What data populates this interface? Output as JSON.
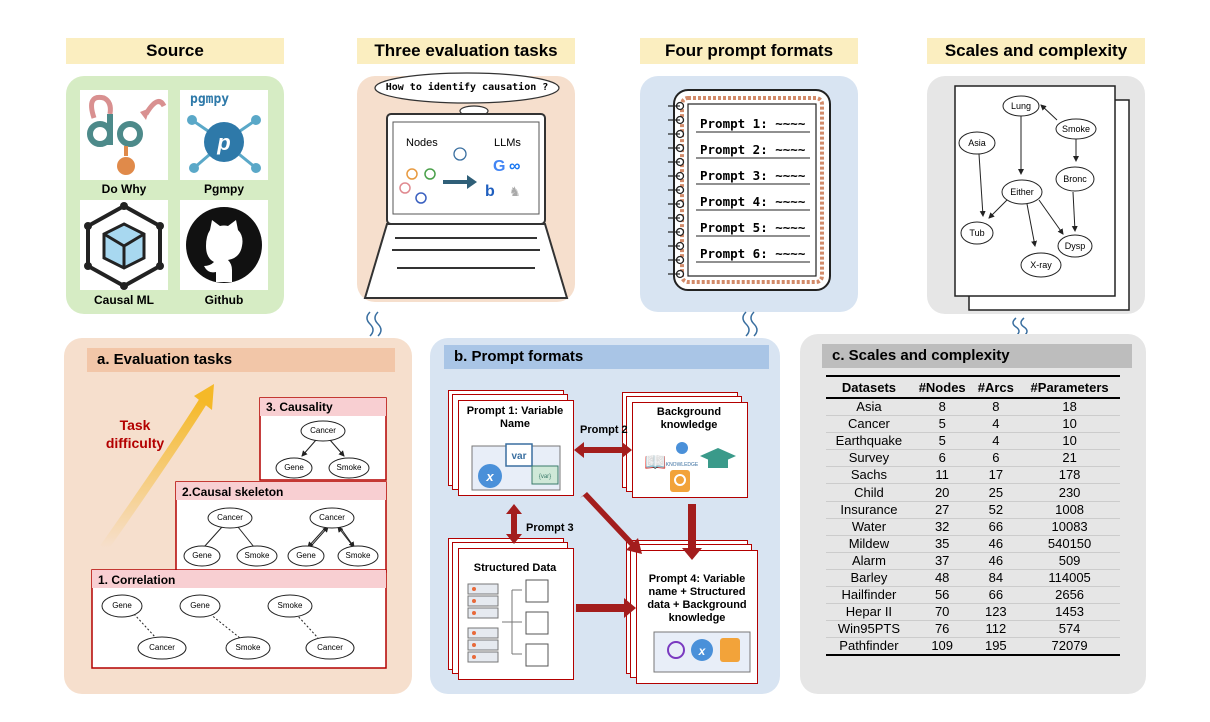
{
  "headers": {
    "source": "Source",
    "tasks": "Three evaluation tasks",
    "prompts": "Four prompt formats",
    "scales": "Scales and complexity"
  },
  "source_items": [
    "Do Why",
    "Pgmpy",
    "Causal ML",
    "Github"
  ],
  "pgmpy_logo": "pgmpy",
  "laptop": {
    "bubble": "How to identify causation ?",
    "nodes": "Nodes",
    "llms": "LLMs"
  },
  "notebook_prompts": [
    "Prompt 1: ~~~~",
    "Prompt 2: ~~~~",
    "Prompt 3: ~~~~",
    "Prompt 4: ~~~~",
    "Prompt 5: ~~~~",
    "Prompt 6: ~~~~"
  ],
  "network_nodes": [
    "Lung",
    "Smoke",
    "Asia",
    "Either",
    "Bronc",
    "Tub",
    "Dysp",
    "X-ray"
  ],
  "section_a": {
    "title": "a. Evaluation tasks",
    "difficulty": "Task difficulty",
    "steps": [
      "3. Causality",
      "2.Causal skeleton",
      "1. Correlation"
    ],
    "nodes": {
      "cancer": "Cancer",
      "gene": "Gene",
      "smoke": "Smoke"
    }
  },
  "section_b": {
    "title": "b. Prompt formats",
    "p1": "Prompt 1: Variable Name",
    "bg": "Background knowledge",
    "sd": "Structured Data",
    "p4": "Prompt 4: Variable name + Structured data + Background knowledge",
    "arrow_p2": "Prompt 2",
    "arrow_p3": "Prompt 3",
    "var_label": "var",
    "var_tag": "{var}",
    "x_symbol": "x",
    "knowledge_tag": "KNOWLEDGE"
  },
  "section_c": {
    "title": "c. Scales and complexity",
    "columns": [
      "Datasets",
      "#Nodes",
      "#Arcs",
      "#Parameters"
    ],
    "rows": [
      [
        "Asia",
        "8",
        "8",
        "18"
      ],
      [
        "Cancer",
        "5",
        "4",
        "10"
      ],
      [
        "Earthquake",
        "5",
        "4",
        "10"
      ],
      [
        "Survey",
        "6",
        "6",
        "21"
      ],
      [
        "Sachs",
        "11",
        "17",
        "178"
      ],
      [
        "Child",
        "20",
        "25",
        "230"
      ],
      [
        "Insurance",
        "27",
        "52",
        "1008"
      ],
      [
        "Water",
        "32",
        "66",
        "10083"
      ],
      [
        "Mildew",
        "35",
        "46",
        "540150"
      ],
      [
        "Alarm",
        "37",
        "46",
        "509"
      ],
      [
        "Barley",
        "48",
        "84",
        "114005"
      ],
      [
        "Hailfinder",
        "56",
        "66",
        "2656"
      ],
      [
        "Hepar II",
        "70",
        "123",
        "1453"
      ],
      [
        "Win95PTS",
        "76",
        "112",
        "574"
      ],
      [
        "Pathfinder",
        "109",
        "195",
        "72079"
      ]
    ]
  }
}
